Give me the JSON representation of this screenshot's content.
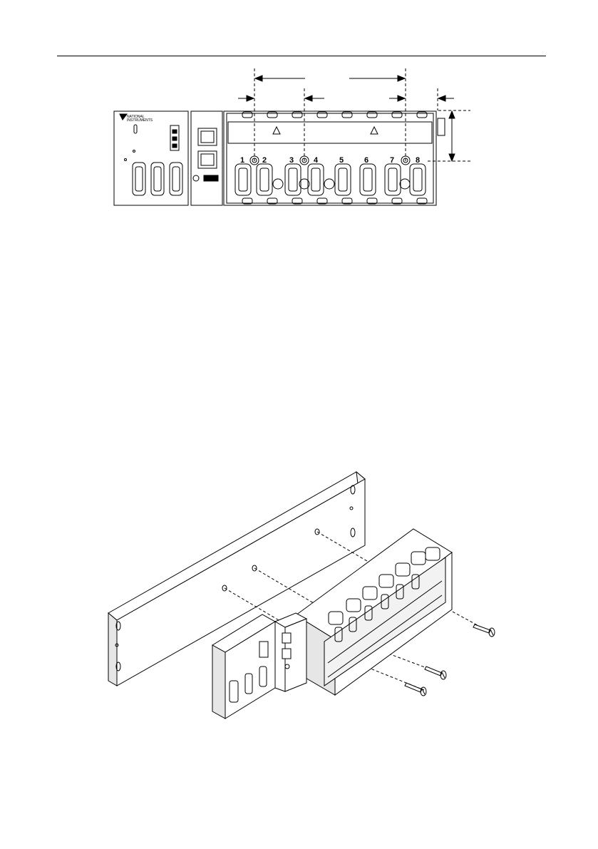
{
  "figure_top": {
    "logo_line1": "NATIONAL",
    "logo_line2": "INSTRUMENTS",
    "slot_numbers": [
      "1",
      "2",
      "3",
      "4",
      "5",
      "6",
      "7",
      "8"
    ]
  },
  "colors": {
    "ink": "#000000",
    "paper": "#ffffff",
    "shade": "#e6e6e6"
  }
}
